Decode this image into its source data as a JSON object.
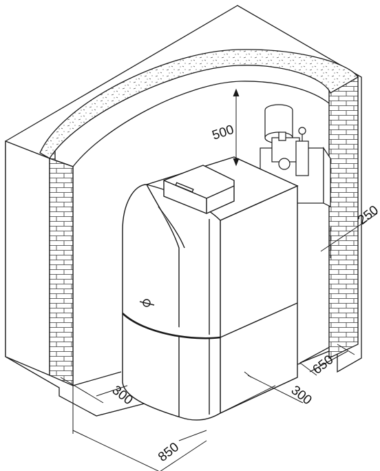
{
  "dimensions": {
    "top_clearance": "500",
    "side_clearance_right": "250",
    "depth_right": "650",
    "front_right": "300",
    "left_side": "300",
    "width_front": "850"
  },
  "colors": {
    "line": "#1a1a1a",
    "wall_fill": "#ffffff",
    "insulation_dots": "#555555"
  }
}
